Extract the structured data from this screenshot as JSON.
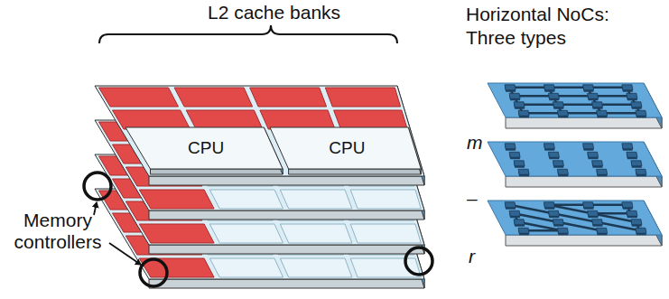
{
  "diagram": {
    "nodes": [
      {
        "text": [
          "CPU"
        ]
      },
      {
        "text": [
          "CPU"
        ]
      }
    ],
    "labels": [
      "L2 cache banks",
      "Memory controllers",
      "Horizontal NoCs:",
      "Three types",
      "m",
      "–",
      "r"
    ]
  }
}
